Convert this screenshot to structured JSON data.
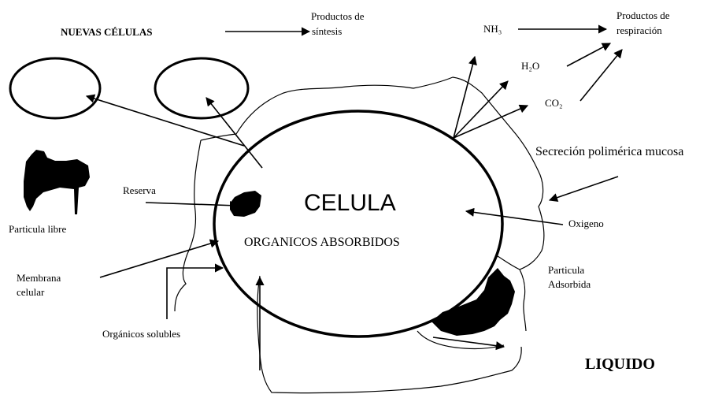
{
  "labels": {
    "nuevas_celulas": "NUEVAS CÉLULAS",
    "productos_sintesis_1": "Productos de",
    "productos_sintesis_2": "síntesis",
    "nh3": "NH₃",
    "productos_respiracion_1": "Productos de",
    "productos_respiracion_2": "respiración",
    "h2o": "H₂O",
    "co2": "CO₂",
    "secrecion": "Secreción polimérica mucosa",
    "reserva": "Reserva",
    "celula": "CELULA",
    "organicos_absorbidos": "ORGANICOS ABSORBIDOS",
    "oxigeno": "Oxigeno",
    "particula_libre": "Particula libre",
    "particula_adsorbida_1": "Particula",
    "particula_adsorbida_2": "Adsorbida",
    "membrana_1": "Membrana",
    "membrana_2": "celular",
    "organicos_solubles": "Orgánicos solubles",
    "liquido": "LIQUIDO"
  }
}
